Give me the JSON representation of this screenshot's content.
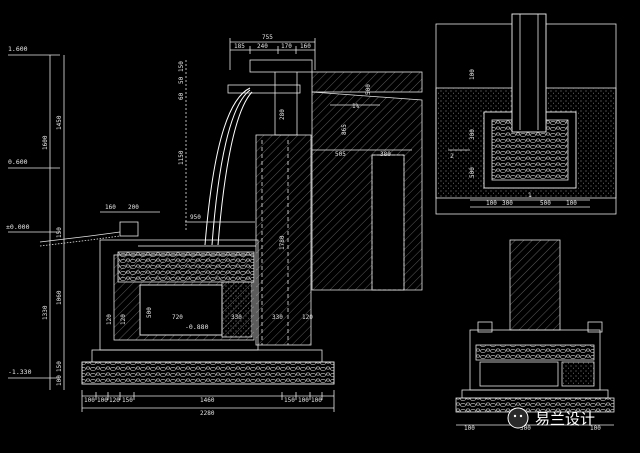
{
  "levels": {
    "top": "1.600",
    "mid": "0.600",
    "ground": "±0.000",
    "base": "-1.330",
    "pool_bottom": "-0.880"
  },
  "dims_top": [
    "755",
    "185",
    "240",
    "170",
    "160"
  ],
  "dims_left": [
    "1450",
    "1600",
    "150",
    "1060",
    "1330",
    "150",
    "100"
  ],
  "dims_spout": [
    "60",
    "50",
    "150",
    "1150"
  ],
  "dims_upper": [
    "160",
    "200",
    "950",
    "505",
    "500",
    "280",
    "865",
    "380",
    "1780"
  ],
  "dims_slope": "1%",
  "dims_pool": [
    "120",
    "120",
    "500",
    "720",
    "330",
    "330",
    "120"
  ],
  "dims_bottom_row": [
    "100",
    "100",
    "120",
    "150",
    "1460",
    "150",
    "100",
    "100"
  ],
  "dims_total": "2280",
  "detail_top": {
    "dims_v": [
      "100",
      "300",
      "500"
    ],
    "dims_h": [
      "100",
      "300",
      "1",
      "500",
      "100"
    ],
    "marker": "2"
  },
  "detail_bottom": {
    "dims": [
      "100",
      "500",
      "100"
    ]
  },
  "watermark": "易兰设计",
  "colors": {
    "line": "#e6e6e6",
    "background": "#000000",
    "water": "#ffffff"
  }
}
